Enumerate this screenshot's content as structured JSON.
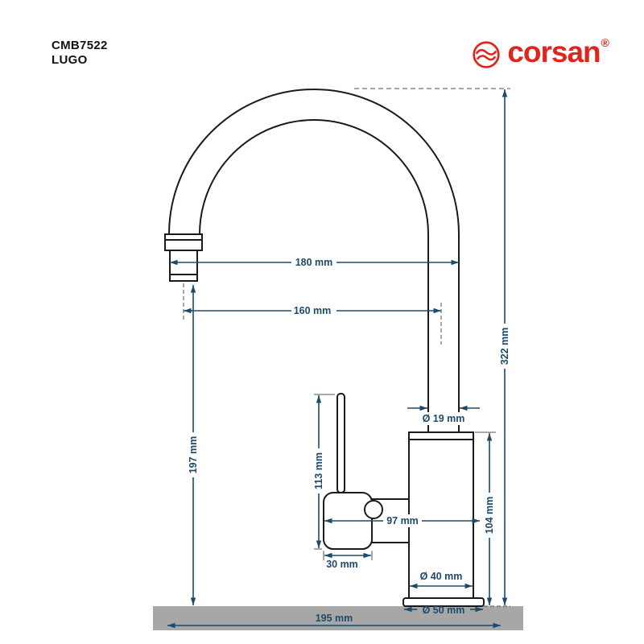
{
  "header": {
    "product_code": "CMB7522",
    "product_name": "LUGO"
  },
  "brand": {
    "name": "corsan",
    "registered_mark": "®",
    "color": "#e0251c",
    "icon": "wave-circle-icon"
  },
  "drawing": {
    "type": "faucet-technical-drawing",
    "colors": {
      "outline": "#1a1a1a",
      "dimension": "#1d4a6b",
      "countertop": "#a7a7a7"
    },
    "dimensions": {
      "spout_reach_outer": "180 mm",
      "spout_reach_center": "160 mm",
      "total_height": "322 mm",
      "outlet_height": "197 mm",
      "spout_pipe_diameter": "Ø 19 mm",
      "handle_lever_height": "113 mm",
      "body_height": "104 mm",
      "body_depth": "97 mm",
      "handle_width": "30 mm",
      "body_diameter": "Ø 40 mm",
      "base_diameter": "Ø 50 mm",
      "base_length": "195 mm"
    }
  }
}
